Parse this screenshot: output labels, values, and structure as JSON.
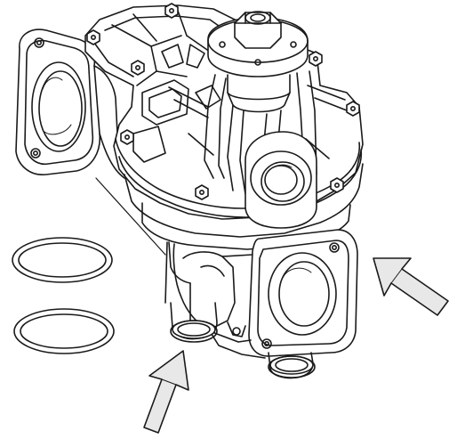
{
  "figure": {
    "components": [
      "water-pump-housing",
      "pump-pulley-hub",
      "left-outlet-flange",
      "right-outlet-flange",
      "bottom-coolant-pipes",
      "o-ring-upper",
      "o-ring-lower",
      "arrow-right",
      "arrow-bottom"
    ],
    "colors": {
      "line": "#1a1a1a",
      "fill": "#ffffff",
      "arrow_fill": "#e8e8e8"
    }
  }
}
